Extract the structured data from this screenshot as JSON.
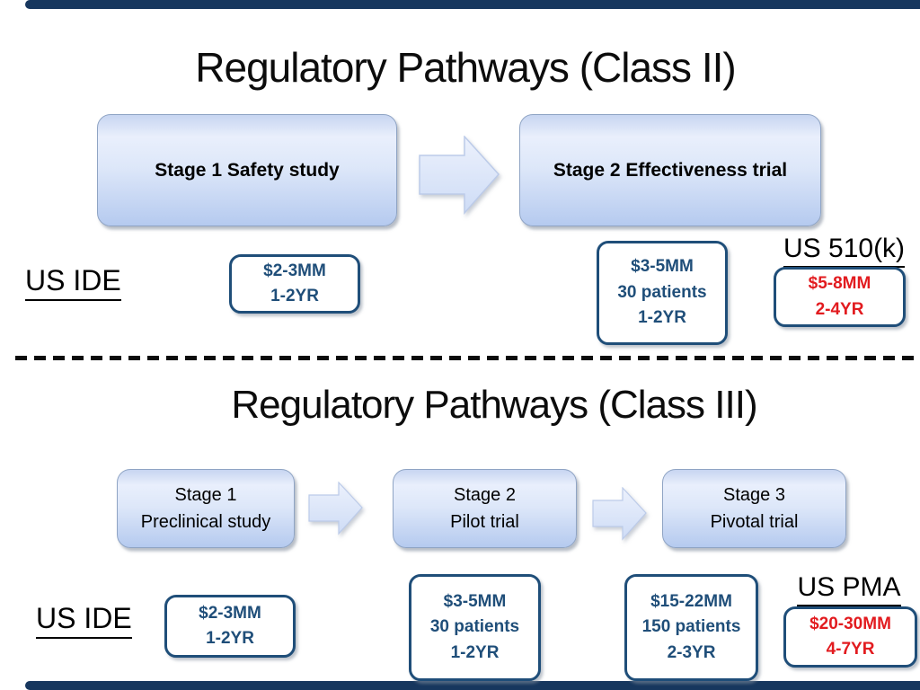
{
  "colors": {
    "accent_navy": "#1f4e79",
    "alert_red": "#e21b1f",
    "edge_bar_navy": "#17375e",
    "stage_fill_top": "#c7d5f1",
    "stage_fill_bottom": "#b5caef",
    "arrow_fill": "#d9e4f8"
  },
  "class2": {
    "title": "Regulatory Pathways (Class II)",
    "stages": [
      "Stage 1 Safety study",
      "Stage 2 Effectiveness trial"
    ],
    "ide_label": "US IDE",
    "clearance_label": "US 510(k)",
    "costs": [
      [
        "$2-3MM",
        "1-2YR"
      ],
      [
        "$3-5MM",
        "30 patients",
        "1-2YR"
      ],
      [
        "$5-8MM",
        "2-4YR"
      ]
    ]
  },
  "class3": {
    "title": "Regulatory Pathways (Class III)",
    "stages": [
      [
        "Stage 1",
        "Preclinical study"
      ],
      [
        "Stage 2",
        "Pilot trial"
      ],
      [
        "Stage 3",
        "Pivotal trial"
      ]
    ],
    "ide_label": "US IDE",
    "clearance_label": "US PMA",
    "costs": [
      [
        "$2-3MM",
        "1-2YR"
      ],
      [
        "$3-5MM",
        "30 patients",
        "1-2YR"
      ],
      [
        "$15-22MM",
        "150 patients",
        "2-3YR"
      ],
      [
        "$20-30MM",
        "4-7YR"
      ]
    ]
  }
}
